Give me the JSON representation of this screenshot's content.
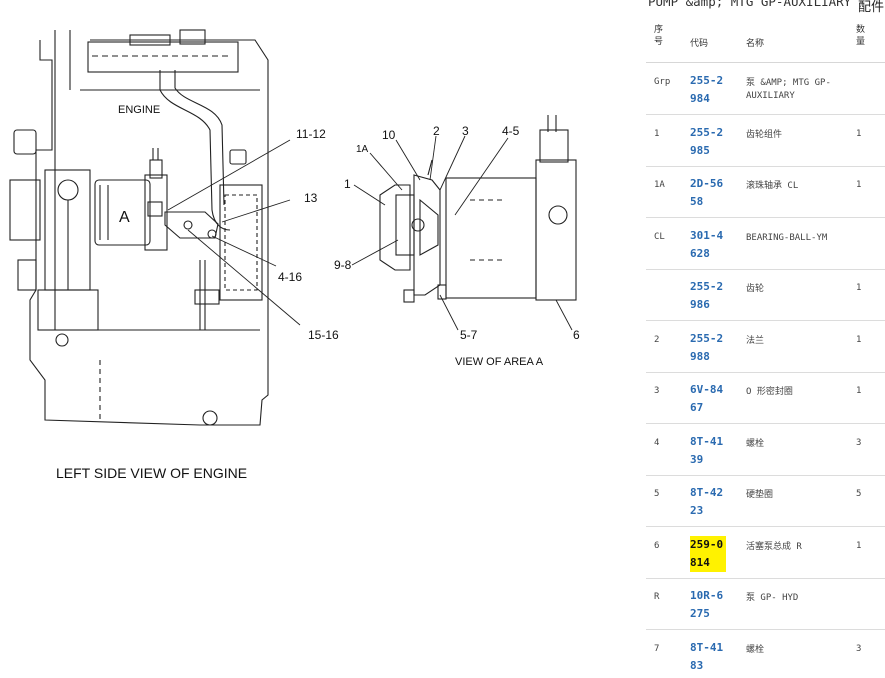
{
  "diagram": {
    "label_engine": "ENGINE",
    "label_a": "A",
    "caption_left": "LEFT SIDE VIEW OF ENGINE",
    "caption_right": "VIEW OF AREA A",
    "callouts_left": [
      "11-12",
      "13",
      "4-16",
      "15-16"
    ],
    "callouts_right": [
      "10",
      "2",
      "3",
      "4-5",
      "1A",
      "1",
      "9-8",
      "5-7",
      "6"
    ]
  },
  "parts": {
    "title": "PUMP &amp; MTG GP-AUXILIARY",
    "title_cn": "配件",
    "headers": {
      "seq": "序号",
      "code": "代码",
      "name": "名称",
      "qty": "数量"
    },
    "rows": [
      {
        "seq": "Grp",
        "code": "255-2984",
        "name": "泵 &AMP; MTG GP-AUXILIARY",
        "qty": ""
      },
      {
        "seq": "1",
        "code": "255-2985",
        "name": "齿轮组件",
        "qty": "1"
      },
      {
        "seq": "1A",
        "code": "2D-5658",
        "name": "滚珠轴承 CL",
        "qty": "1"
      },
      {
        "seq": "CL",
        "code": "301-4628",
        "name": "BEARING-BALL-YM",
        "qty": ""
      },
      {
        "seq": "",
        "code": "255-2986",
        "name": "齿轮",
        "qty": "1"
      },
      {
        "seq": "2",
        "code": "255-2988",
        "name": "法兰",
        "qty": "1"
      },
      {
        "seq": "3",
        "code": "6V-8467",
        "name": "O 形密封圈",
        "qty": "1"
      },
      {
        "seq": "4",
        "code": "8T-4139",
        "name": "螺栓",
        "qty": "3"
      },
      {
        "seq": "5",
        "code": "8T-4223",
        "name": "硬垫圈",
        "qty": "5"
      },
      {
        "seq": "6",
        "code": "259-0814",
        "name": "活塞泵总成 R",
        "qty": "1",
        "highlight": true
      },
      {
        "seq": "R",
        "code": "10R-6275",
        "name": "泵 GP- HYD",
        "qty": ""
      },
      {
        "seq": "7",
        "code": "8T-4183",
        "name": "螺栓",
        "qty": "3"
      }
    ]
  }
}
